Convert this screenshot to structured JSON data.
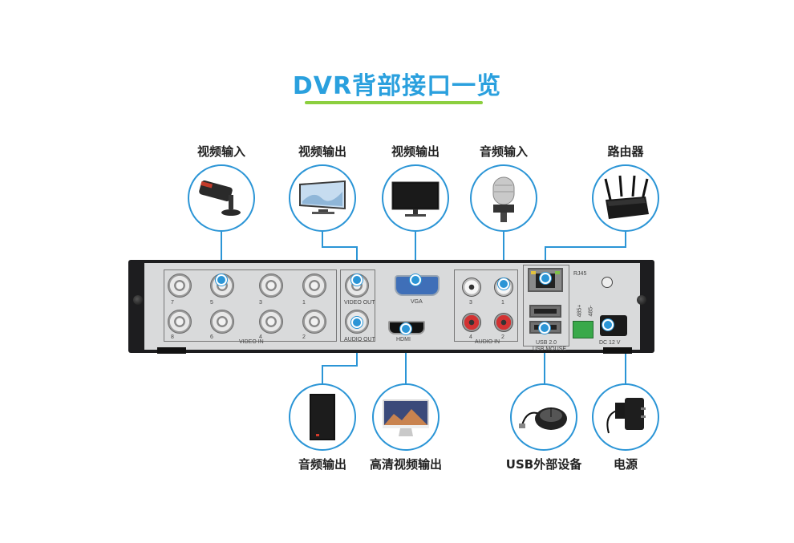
{
  "title": "DVR背部接口一览",
  "labels": {
    "video_in": "视频输入",
    "video_out": "视频输出",
    "vga_out": "视频输出",
    "audio_in": "音频输入",
    "router": "路由器",
    "audio_out": "音频输出",
    "hdmi_out": "高清视频输出",
    "usb": "USB外部设备",
    "power": "电源"
  },
  "panel": {
    "video_in": "VIDEO IN",
    "video_out": "VIDEO OUT",
    "audio_out": "AUDIO OUT",
    "vga": "VGA",
    "hdmi": "HDMI",
    "audio_in": "AUDIO IN",
    "rj45": "RJ45",
    "usb": "USB 2.0",
    "usb_sub": "USB MOUSE",
    "dc": "DC 12 V",
    "ch_top": [
      "7",
      "5",
      "3",
      "1"
    ],
    "ch_bottom": [
      "8",
      "6",
      "4",
      "2"
    ],
    "audio_ch": [
      "3",
      "1",
      "4",
      "2"
    ],
    "rs485_a": "485+",
    "rs485_b": "485-"
  },
  "colors": {
    "accent": "#2aa0de",
    "underline": "#8ccf3f",
    "connector_line": "#2b95d6"
  }
}
